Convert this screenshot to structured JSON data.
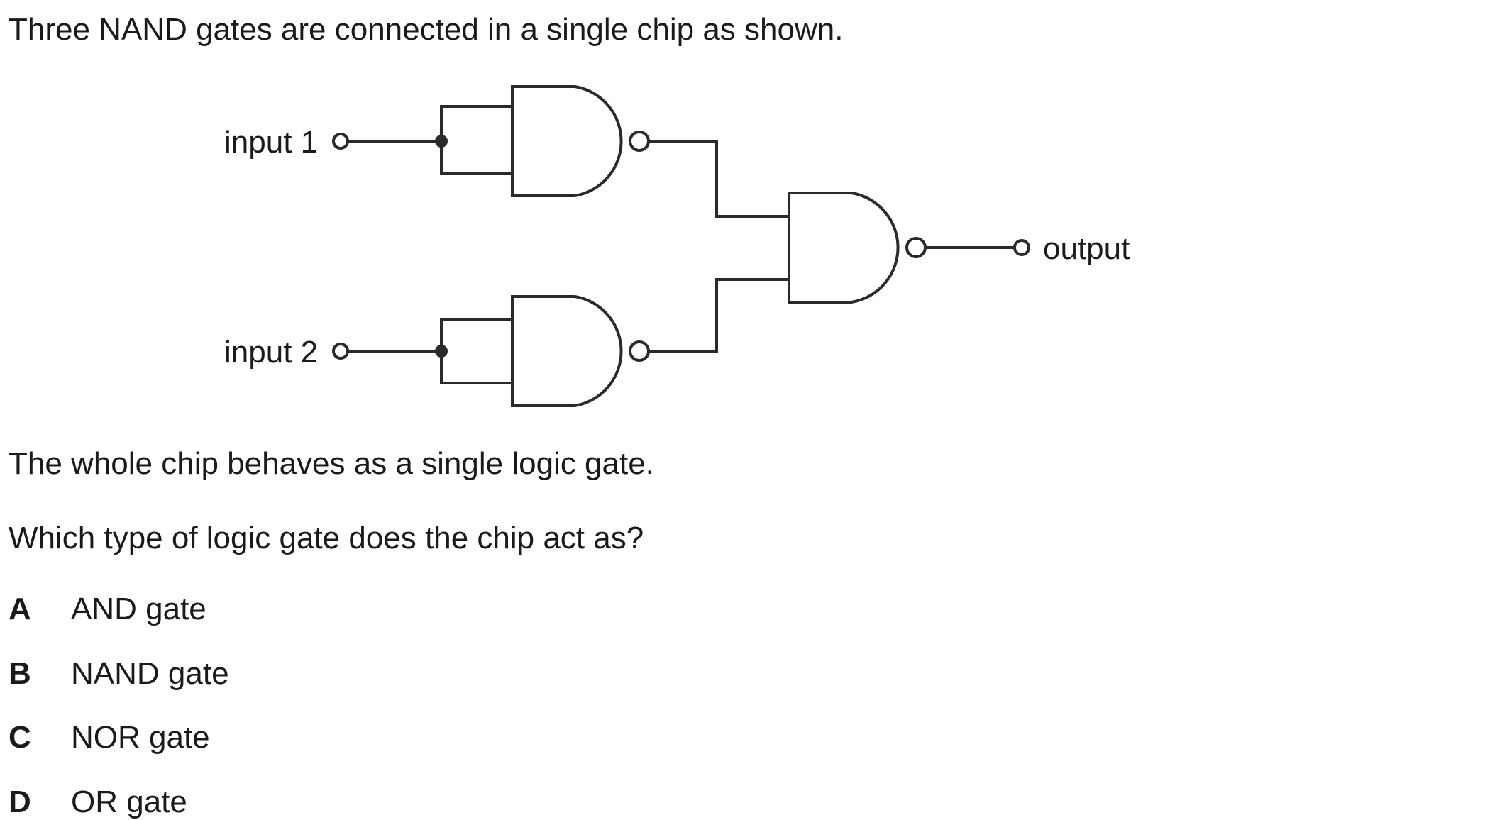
{
  "question": {
    "intro": "Three NAND gates are connected in a single chip as shown.",
    "statement": "The whole chip behaves as a single logic gate.",
    "prompt": "Which type of logic gate does the chip act as?"
  },
  "diagram": {
    "input1_label": "input 1",
    "input2_label": "input 2",
    "output_label": "output"
  },
  "options": [
    {
      "letter": "A",
      "text": "AND gate"
    },
    {
      "letter": "B",
      "text": "NAND gate"
    },
    {
      "letter": "C",
      "text": "NOR gate"
    },
    {
      "letter": "D",
      "text": "OR gate"
    }
  ]
}
